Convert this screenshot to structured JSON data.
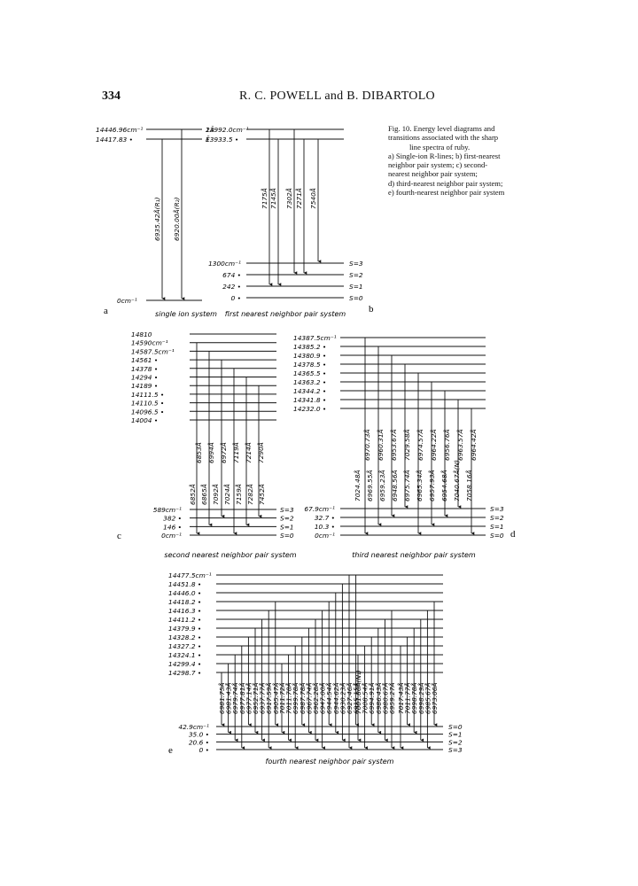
{
  "header": {
    "page_number": "334",
    "running_head": "R. C. POWELL and B. DIBARTOLO"
  },
  "caption": {
    "line1": "Fig. 10. Energy level diagrams and",
    "line2": "transitions associated with the sharp",
    "line3": "line spectra of ruby.",
    "line4": "a) Single-ion R-lines; b) first-nearest",
    "line5": "neighbor pair system; c) second-",
    "line6": "nearest neighbor pair system;",
    "line7": "d) third-nearest neighbor pair system;",
    "line8": "e) fourth-nearest neighbor pair system"
  },
  "panel_a": {
    "letter": "a",
    "subtitle": "single ion system",
    "top_levels": [
      {
        "label": "14446.96cm⁻¹",
        "tag": "2Ā"
      },
      {
        "label": "14417.83 •",
        "tag": "Ē"
      }
    ],
    "ground": "0cm⁻¹",
    "transitions": [
      "6935.42Å(R₁)",
      "6920.00Å(R₂)"
    ]
  },
  "panel_b": {
    "letter": "b",
    "subtitle": "first nearest neighbor pair system",
    "top_levels": [
      "13992.0cm⁻¹",
      "13933.5 •"
    ],
    "bottom_levels": [
      {
        "label": "1300cm⁻¹",
        "spin": "S=3"
      },
      {
        "label": "674 •",
        "spin": "S=2"
      },
      {
        "label": "242 •",
        "spin": "S=1"
      },
      {
        "label": "0 •",
        "spin": "S=0"
      }
    ],
    "transitions": [
      "7175Å",
      "7145Å",
      "7302Å",
      "7271Å",
      "7540Å"
    ]
  },
  "panel_c": {
    "letter": "c",
    "subtitle": "second nearest neighbor pair system",
    "top_levels": [
      "14810",
      "14590cm⁻¹",
      "14587.5cm⁻¹",
      "14561 •",
      "14378 •",
      "14294 •",
      "14189 •",
      "14111.5 •",
      "14110.5 •",
      "14096.5 •",
      "14004 •"
    ],
    "bottom_levels": [
      {
        "label": "589cm⁻¹",
        "spin": "S=3"
      },
      {
        "label": "382 •",
        "spin": "S=2"
      },
      {
        "label": "146 •",
        "spin": "S=1"
      },
      {
        "label": "0cm⁻¹",
        "spin": "S=0"
      }
    ],
    "upper_transitions": [
      "6853Å",
      "6994Å",
      "6972Å",
      "7119Å",
      "7214Å",
      "7290Å"
    ],
    "lower_transitions": [
      "6852Å",
      "6865Å",
      "7092Å",
      "7024Å",
      "7159Å",
      "7282Å",
      "7452Å"
    ]
  },
  "panel_d": {
    "letter": "d",
    "subtitle": "third nearest neighbor pair system",
    "top_levels": [
      "14387.5cm⁻¹",
      "14385.2 •",
      "14380.9 •",
      "14378.5 •",
      "14365.5 •",
      "14363.2 •",
      "14344.2 •",
      "14341.8 •",
      "14232.0 •"
    ],
    "bottom_levels": [
      {
        "label": "67.9cm⁻¹",
        "spin": "S=3"
      },
      {
        "label": "32.7 •",
        "spin": "S=2"
      },
      {
        "label": "10.3 •",
        "spin": "S=1"
      },
      {
        "label": "0cm⁻¹",
        "spin": "S=0"
      }
    ],
    "upper_transitions": [
      "6970.73Å",
      "6960.31Å",
      "6953.67Å",
      "7029.58Å",
      "6974.57Å",
      "6964.22Å",
      "6956.76Å",
      "6963.57Å",
      "6964.42Å"
    ],
    "lower_transitions": [
      "7024.48Å",
      "6969.55Å",
      "6959.23Å",
      "6948.56Å",
      "6975.74Å",
      "6965.34Å",
      "6957.93Å",
      "6954.68Å",
      "7040.67Å(N)",
      "7058.16Å"
    ]
  },
  "panel_e": {
    "letter": "e",
    "subtitle": "fourth nearest neighbor pair system",
    "top_levels": [
      "14477.5cm⁻¹",
      "14451.8 •",
      "14446.0 •",
      "14418.2 •",
      "14416.3 •",
      "14411.2 •",
      "14379.9 •",
      "14328.2 •",
      "14327.2 •",
      "14324.1 •",
      "14299.4 •",
      "14298.7 •"
    ],
    "bottom_levels": [
      {
        "label": "42.9cm⁻¹",
        "spin": "S=0"
      },
      {
        "label": "35.0 •",
        "spin": "S=1"
      },
      {
        "label": "20.6 •",
        "spin": "S=2"
      },
      {
        "label": "0 •",
        "spin": "S=3"
      }
    ],
    "transitions": [
      "6981.75Å",
      "6981.43Å",
      "6979.74Å",
      "6977.81Å",
      "6977.14Å",
      "6952.71Å",
      "6937.77Å",
      "6917.59Å",
      "6905.47Å",
      "7011.72Å",
      "7011.78Å",
      "6999.78Å",
      "6987.78Å",
      "6967.74Å",
      "6962.28Å",
      "6947.00Å",
      "6944.54Å",
      "6944.62Å",
      "6930.23Å",
      "6927.46Å",
      "6915.15Å",
      "7001.86Å(N₁)",
      "7008.54Å",
      "6994.91Å",
      "6986.43Å",
      "6980.67Å",
      "6959.27Å",
      "7017.43Å",
      "7011.77Å",
      "6998.78Å",
      "6998.29Å",
      "6985.67Å",
      "6973.06Å"
    ]
  }
}
